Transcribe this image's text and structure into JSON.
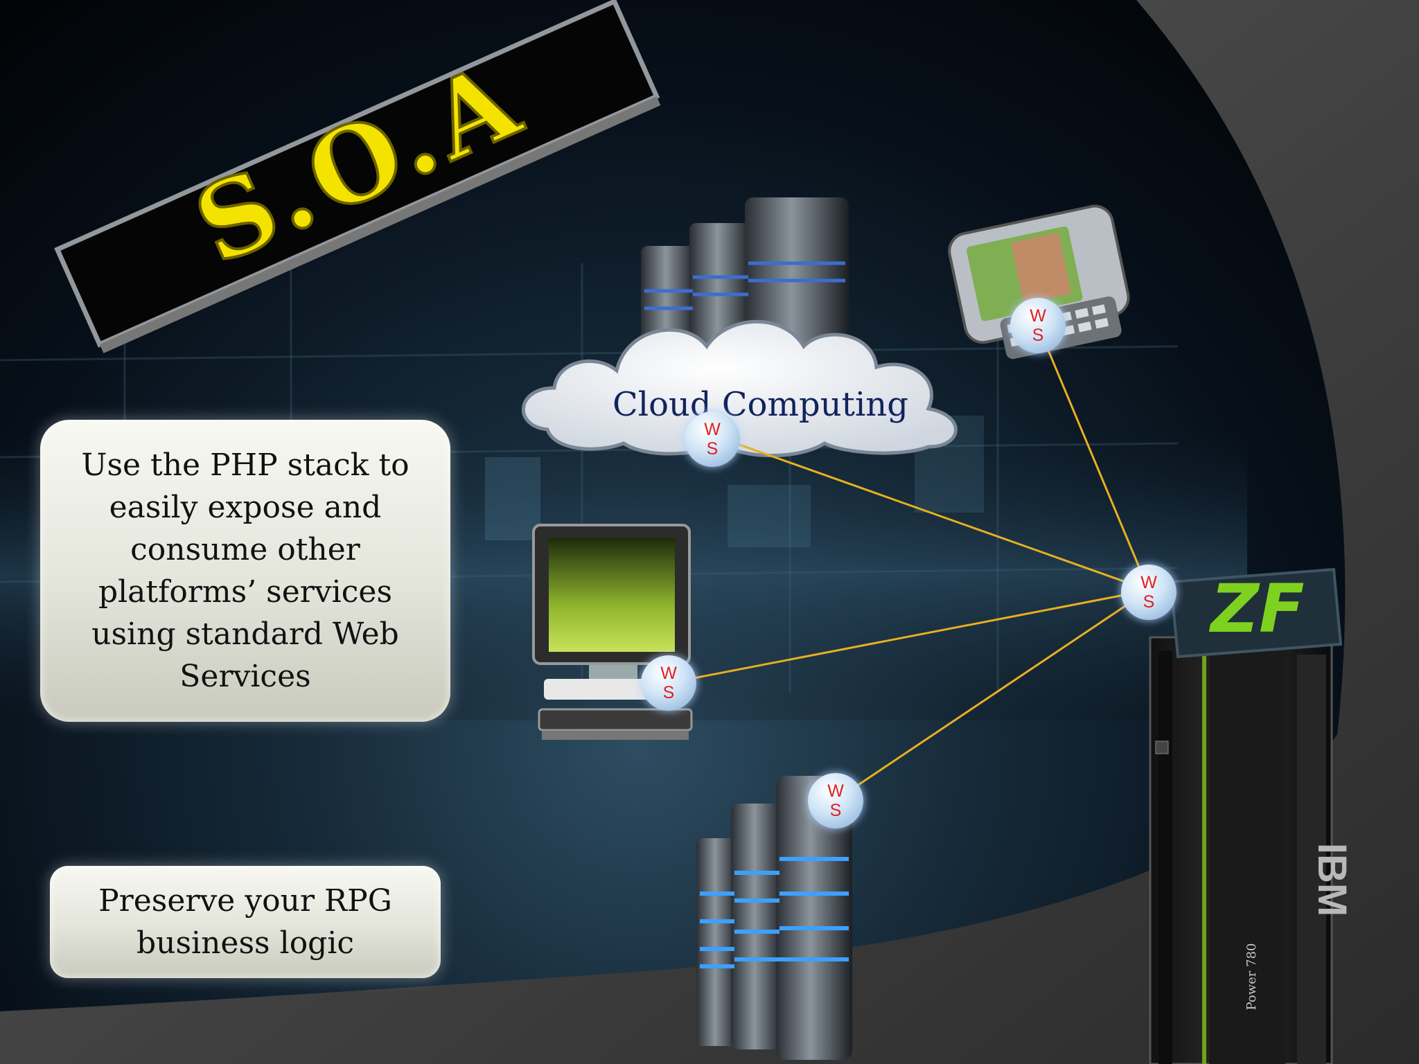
{
  "slide": {
    "soa_sign": {
      "text": "S.O.A"
    },
    "php_panel": {
      "lines": [
        "Use the PHP stack to",
        "easily expose and",
        "consume other",
        "platforms’ services",
        "using standard Web",
        "Services"
      ]
    },
    "rpg_panel": {
      "lines": [
        "Preserve your RPG",
        "business logic"
      ]
    },
    "cloud": {
      "label": "Cloud Computing"
    },
    "ws_badge": {
      "top": "W",
      "bottom": "S"
    },
    "zf_logo": {
      "text": "ZF"
    },
    "server_tower": {
      "brand": "IBM",
      "model": "Power 780"
    }
  },
  "colors": {
    "accent_yellow": "#f4e300",
    "connector": "#e8b020",
    "ws_text": "#e02020",
    "cloud_text": "#12235c",
    "zf_green": "#7fd11f"
  },
  "icons": [
    "server-rack-icon",
    "cloud-icon",
    "smartphone-icon",
    "desktop-computer-icon",
    "ibm-power-server-icon",
    "zend-framework-logo"
  ]
}
